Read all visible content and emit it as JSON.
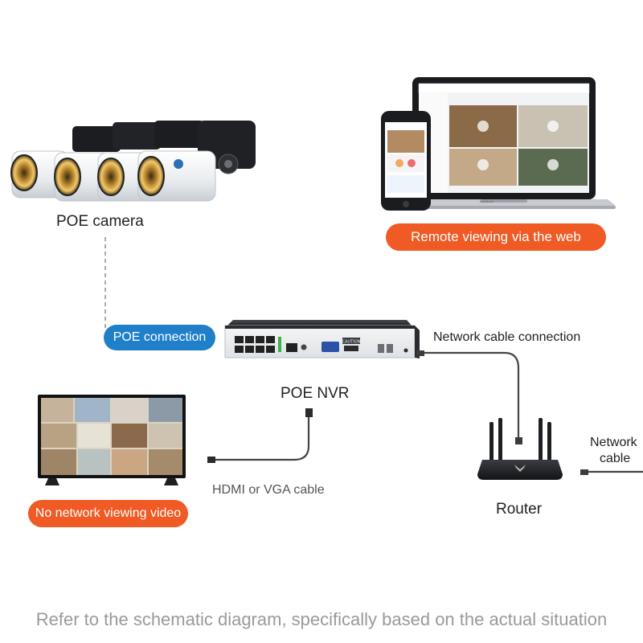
{
  "labels": {
    "poe_camera": "POE camera",
    "poe_nvr": "POE NVR",
    "router": "Router",
    "network_cable_connection": "Network cable connection",
    "network_cable_line1": "Network",
    "network_cable_line2": "cable",
    "hdmi_vga": "HDMI or VGA cable"
  },
  "pills": {
    "remote_viewing": "Remote viewing via the web",
    "poe_connection": "POE connection",
    "no_network": "No network viewing video"
  },
  "nvr_panel": {
    "caution": "CAUTION"
  },
  "laptop": {
    "brand": "MacBook"
  },
  "footer": "Refer to the schematic diagram, specifically based on the actual situation",
  "colors": {
    "accent_orange": "#f05a24",
    "accent_blue": "#1f7fc9",
    "footer_gray": "#9a9a9a"
  }
}
